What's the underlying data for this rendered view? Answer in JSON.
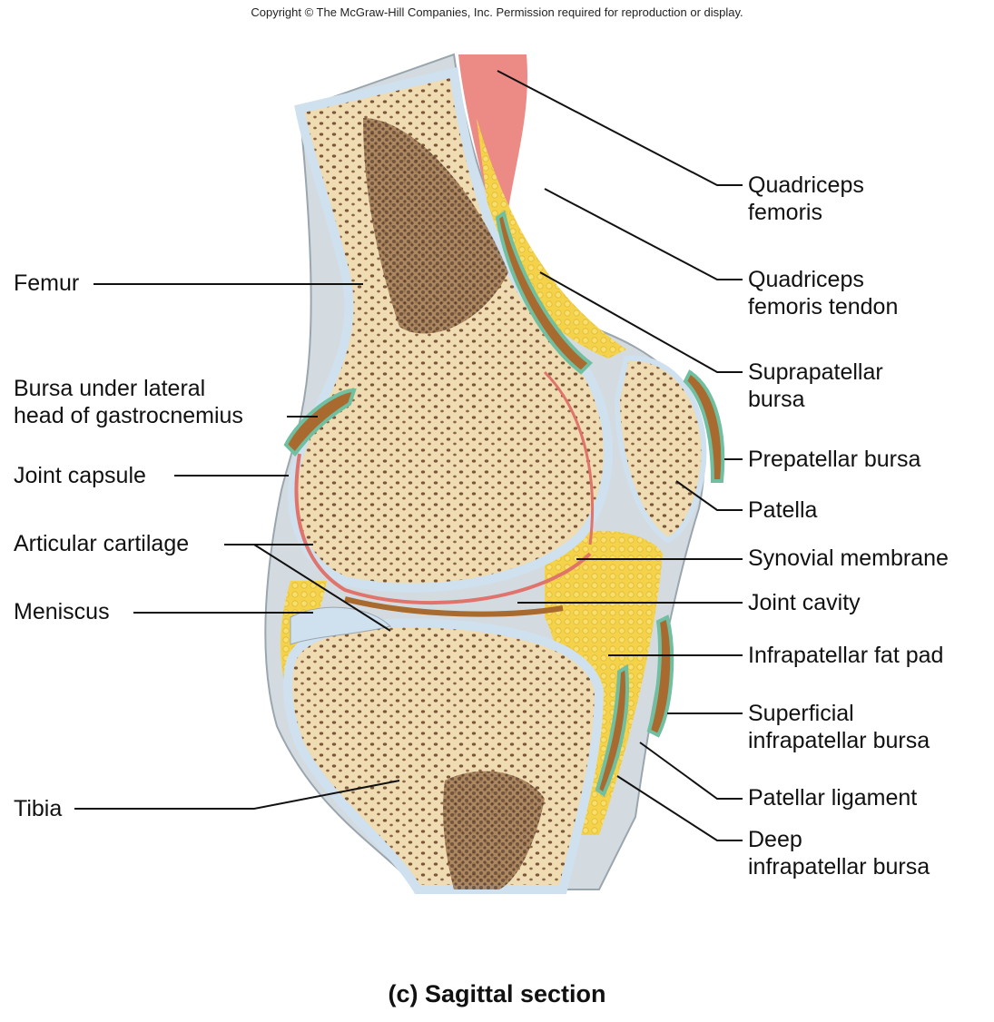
{
  "copyright": "Copyright © The McGraw-Hill Companies, Inc. Permission required for reproduction or display.",
  "caption": "(c)  Sagittal section",
  "labels": {
    "femur": [
      "Femur"
    ],
    "bursa_lateral": [
      "Bursa under lateral",
      "head of gastrocnemius"
    ],
    "joint_capsule": [
      "Joint capsule"
    ],
    "articular_cartilage": [
      "Articular cartilage"
    ],
    "meniscus": [
      "Meniscus"
    ],
    "tibia": [
      "Tibia"
    ],
    "quadriceps": [
      "Quadriceps",
      "femoris"
    ],
    "quadriceps_tendon": [
      "Quadriceps",
      "femoris tendon"
    ],
    "suprapatellar": [
      "Suprapatellar",
      "bursa"
    ],
    "prepatellar": [
      "Prepatellar bursa"
    ],
    "patella": [
      "Patella"
    ],
    "synovial": [
      "Synovial membrane"
    ],
    "joint_cavity": [
      "Joint cavity"
    ],
    "fat_pad": [
      "Infrapatellar fat pad"
    ],
    "superficial_bursa": [
      "Superficial",
      "infrapatellar bursa"
    ],
    "patellar_ligament": [
      "Patellar ligament"
    ],
    "deep_bursa": [
      "Deep",
      "infrapatellar bursa"
    ]
  },
  "colors": {
    "bone": "#efdcb2",
    "spongy": "#6b4a33",
    "cartilage": "#cfe0ee",
    "fat": "#f1cf47",
    "synovial": "#e0736b",
    "bursa": "#6fbfa0",
    "fluid": "#a86a2e",
    "ligament": "#c3ccd3",
    "muscle": "#e86a6a"
  }
}
